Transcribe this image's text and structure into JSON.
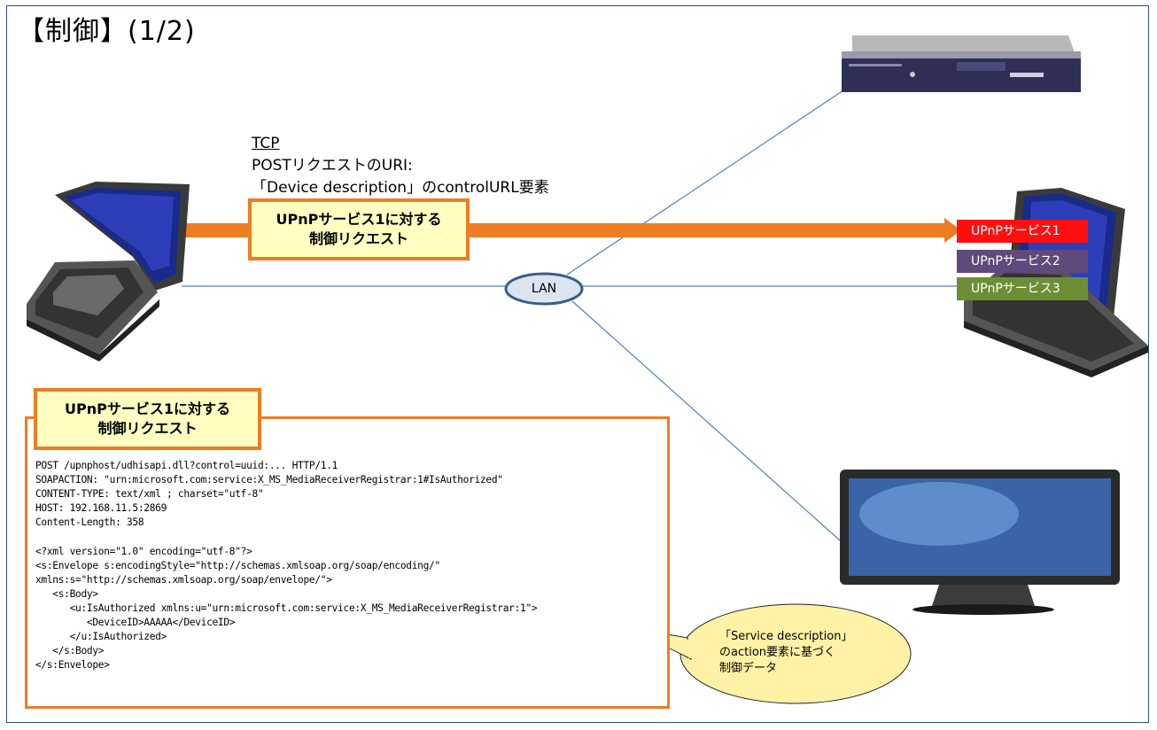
{
  "title": "【制御】(1/2)",
  "tcp_info": {
    "protocol": "TCP",
    "line1": "POSTリクエストのURI:",
    "line2": "「Device description」のcontrolURL要素"
  },
  "request_label": {
    "line1": "UPnPサービス1に対する",
    "line2": "制御リクエスト"
  },
  "network_label": "LAN",
  "services": [
    {
      "label": "UPnPサービス1",
      "color": "#ff1010"
    },
    {
      "label": "UPnPサービス2",
      "color": "#604a7b"
    },
    {
      "label": "UPnPサービス3",
      "color": "#6e8e36"
    }
  ],
  "code_lines": [
    "POST /upnphost/udhisapi.dll?control=uuid:... HTTP/1.1",
    "SOAPACTION: \"urn:microsoft.com:service:X_MS_MediaReceiverRegistrar:1#IsAuthorized\"",
    "CONTENT-TYPE: text/xml ; charset=\"utf-8\"",
    "HOST: 192.168.11.5:2869",
    "Content-Length: 358",
    "",
    "<?xml version=\"1.0\" encoding=\"utf-8\"?>",
    "<s:Envelope s:encodingStyle=\"http://schemas.xmlsoap.org/soap/encoding/\"",
    "xmlns:s=\"http://schemas.xmlsoap.org/soap/envelope/\">",
    "   <s:Body>",
    "      <u:IsAuthorized xmlns:u=\"urn:microsoft.com:service:X_MS_MediaReceiverRegistrar:1\">",
    "         <DeviceID>AAAAA</DeviceID>",
    "      </u:IsAuthorized>",
    "   </s:Body>",
    "</s:Envelope>"
  ],
  "callout": {
    "line1": "「Service description」",
    "line2": "のaction要素に基づく",
    "line3": "制御データ"
  },
  "colors": {
    "accent_orange": "#ec7d22",
    "link_blue": "#4f81bd",
    "box_fill": "#ffffc2",
    "callout_fill": "#fff2a6"
  }
}
